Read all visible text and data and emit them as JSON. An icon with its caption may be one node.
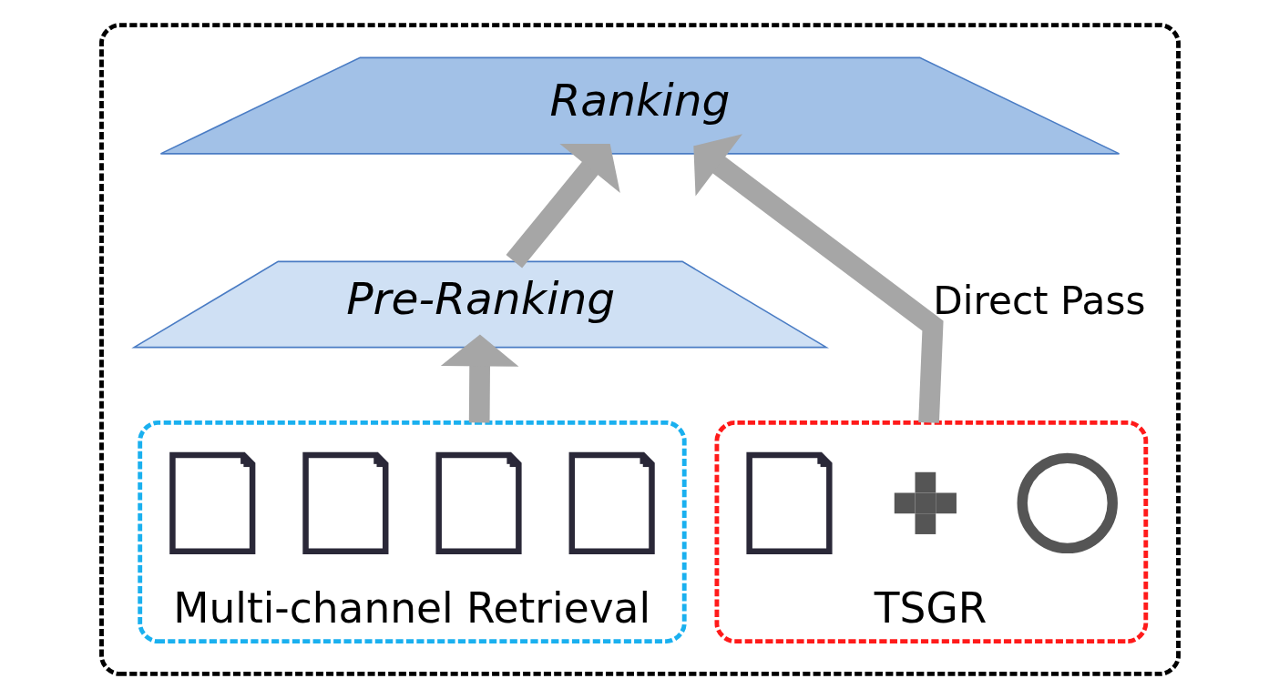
{
  "diagram": {
    "nodes": [
      {
        "text": [],
        "shape": "box"
      },
      {
        "text": [
          "Ranking"
        ],
        "in": 0
      },
      {
        "text": [
          "Pre-Ranking"
        ],
        "in": 0
      },
      {
        "text": [
          "Multi-channel Retrieval"
        ],
        "in": 0
      },
      {
        "text": [],
        "shape": "picture",
        "in": 3
      },
      {
        "text": [],
        "shape": "picture",
        "in": 3
      },
      {
        "text": [],
        "shape": "picture",
        "in": 3
      },
      {
        "text": [],
        "shape": "picture",
        "in": 3
      },
      {
        "text": [
          "TSGR"
        ],
        "in": 0
      },
      {
        "text": [],
        "shape": "picture",
        "in": 8
      },
      {
        "text": [],
        "shape": "plus",
        "in": 8
      },
      {
        "text": [],
        "shape": "circle",
        "in": 8
      }
    ],
    "edges": [
      {
        "from": 3,
        "to": 2,
        "arrow": "to"
      },
      {
        "from": 2,
        "to": 1,
        "arrow": "to"
      },
      {
        "from": 8,
        "to": 1,
        "arrow": "to",
        "label": "Direct Pass"
      }
    ]
  }
}
